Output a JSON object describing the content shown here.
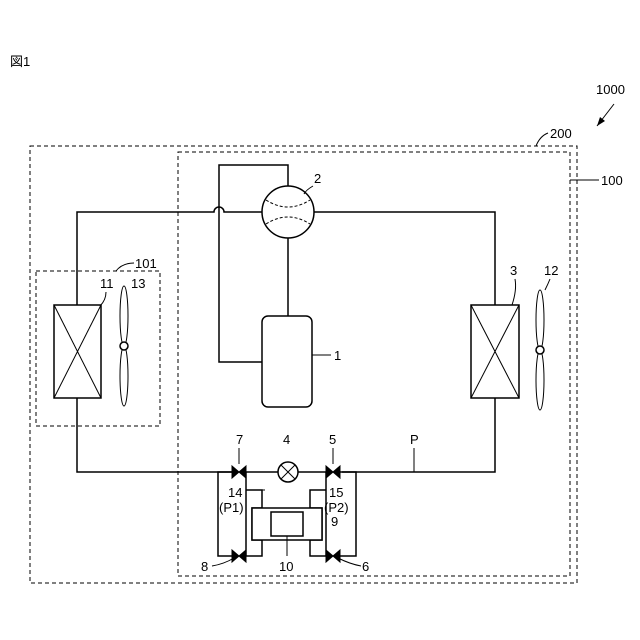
{
  "figure_label": "図1",
  "labels": {
    "system": "1000",
    "outer_unit": "200",
    "inner_unit": "100",
    "sub_unit": "101",
    "compressor": "1",
    "four_way_valve": "2",
    "hx_right": "3",
    "expansion_valve": "4",
    "valve_5": "5",
    "valve_6": "6",
    "valve_7": "7",
    "valve_8": "8",
    "module_9": "9",
    "module_10": "10",
    "hx_left": "11",
    "fan_right": "12",
    "fan_left": "13",
    "pipe_14": "14",
    "pipe_15": "15",
    "p1": "(P1)",
    "p2": "(P2)",
    "pipe_p": "P"
  }
}
